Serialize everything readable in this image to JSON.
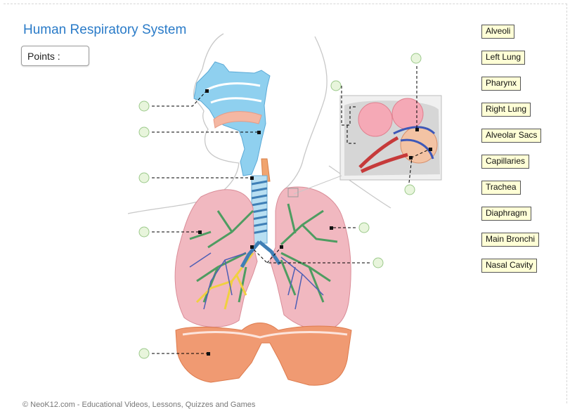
{
  "page": {
    "title": "Human Respiratory System"
  },
  "score": {
    "label": "Points :"
  },
  "labels": [
    "Alveoli",
    "Left Lung",
    "Pharynx",
    "Right Lung",
    "Alveolar Sacs",
    "Capillaries",
    "Trachea",
    "Diaphragm",
    "Main Bronchi",
    "Nasal Cavity"
  ],
  "footer": {
    "text": "© NeoK12.com - Educational Videos, Lessons, Quizzes and Games"
  },
  "colors": {
    "title": "#2a7bc8",
    "target_fill": "#e8f5dc",
    "target_stroke": "#9bc98a",
    "label_bg": "#ffffd6"
  }
}
